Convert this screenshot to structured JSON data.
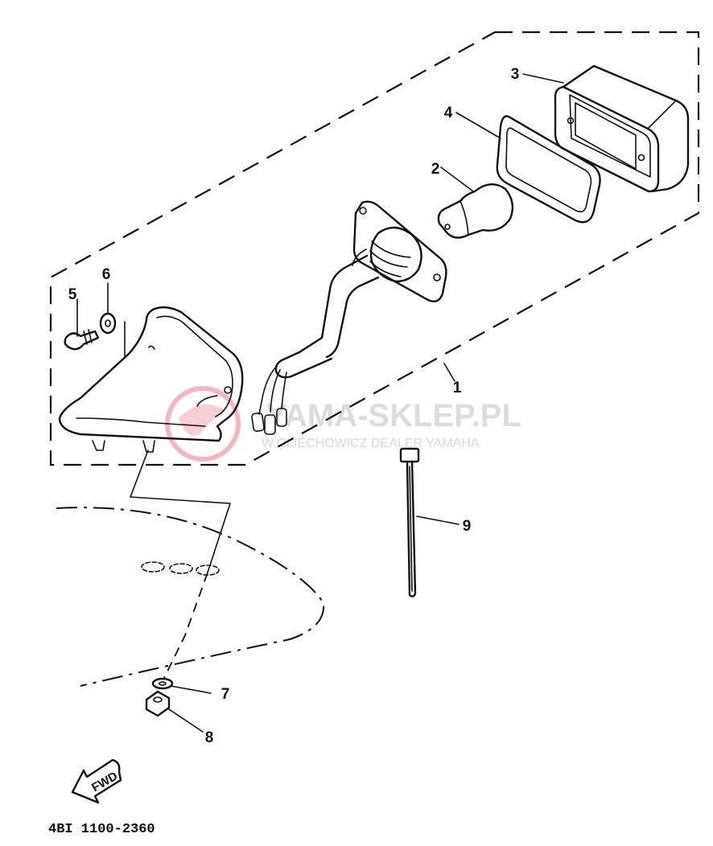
{
  "callouts": {
    "c1": "1",
    "c2": "2",
    "c3": "3",
    "c4": "4",
    "c5": "5",
    "c6": "6",
    "c7": "7",
    "c8": "8",
    "c9": "9"
  },
  "direction_label": "FWD",
  "part_code": "4BI 1100-2360",
  "watermark": {
    "title": "YAMA-SKLEP.PL",
    "subtitle": "W.OLIECHOWICZ DEALER YAMAHA",
    "colors": {
      "logo": "#f4b8bc",
      "text": "#dcdcdc"
    }
  }
}
